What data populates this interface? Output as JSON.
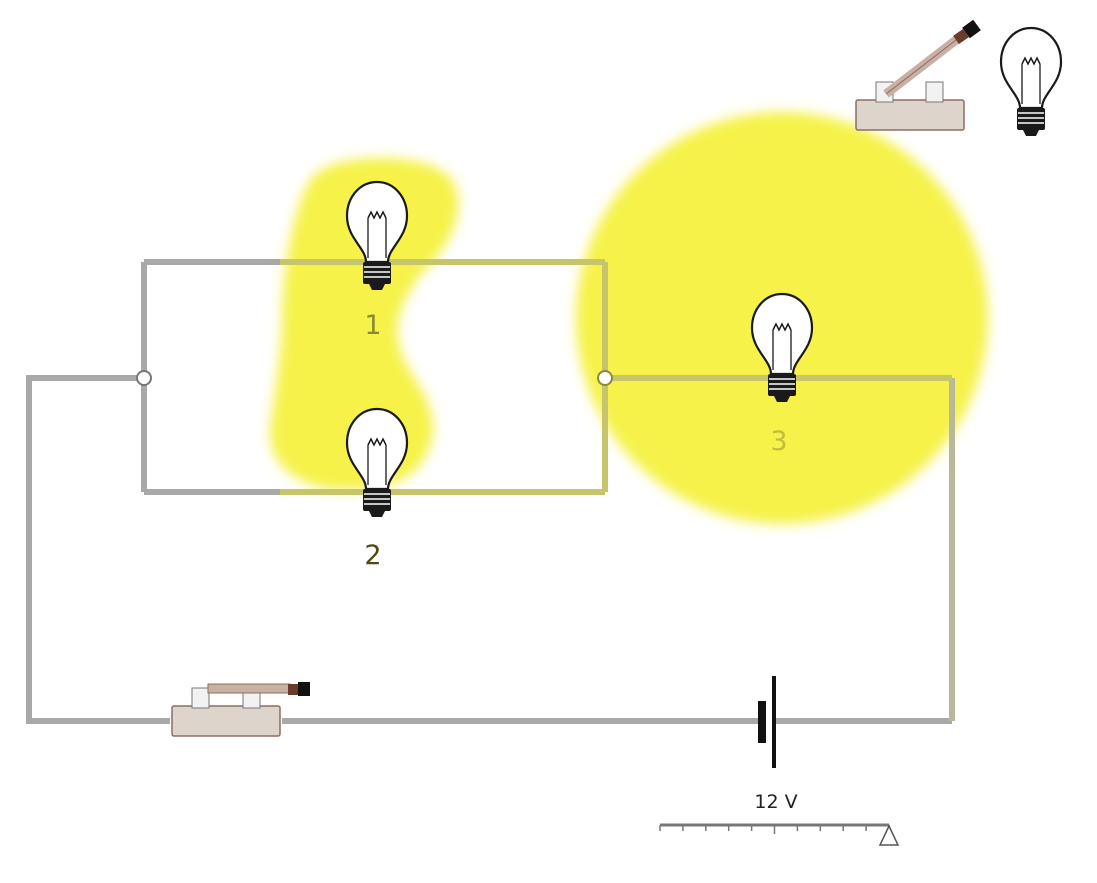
{
  "colors": {
    "wire_off": "#a8a8a8",
    "wire_on": "#c6c56c",
    "glow": "#f6f24a",
    "bulb_label_dim": "#8a8a32",
    "bulb_label_dark": "#4f4a10",
    "bulb_label_glow": "#c2bc3c",
    "voltage_text": "#222222",
    "switch_base": "#ddd5cc",
    "switch_border": "#8e6e62"
  },
  "bulbs": [
    {
      "label": "1",
      "state": "lit"
    },
    {
      "label": "2",
      "state": "lit"
    },
    {
      "label": "3",
      "state": "lit"
    }
  ],
  "battery": {
    "voltage_label": "12 V"
  },
  "voltage_slider": {
    "ticks": 10,
    "level_fraction": 1.0
  },
  "legend": {
    "switch_state": "open",
    "bulb_state": "off"
  },
  "icons": {
    "bulb": "light-bulb-icon",
    "switch": "knife-switch-icon",
    "battery": "battery-icon",
    "slider_handle": "triangle-handle-icon"
  }
}
